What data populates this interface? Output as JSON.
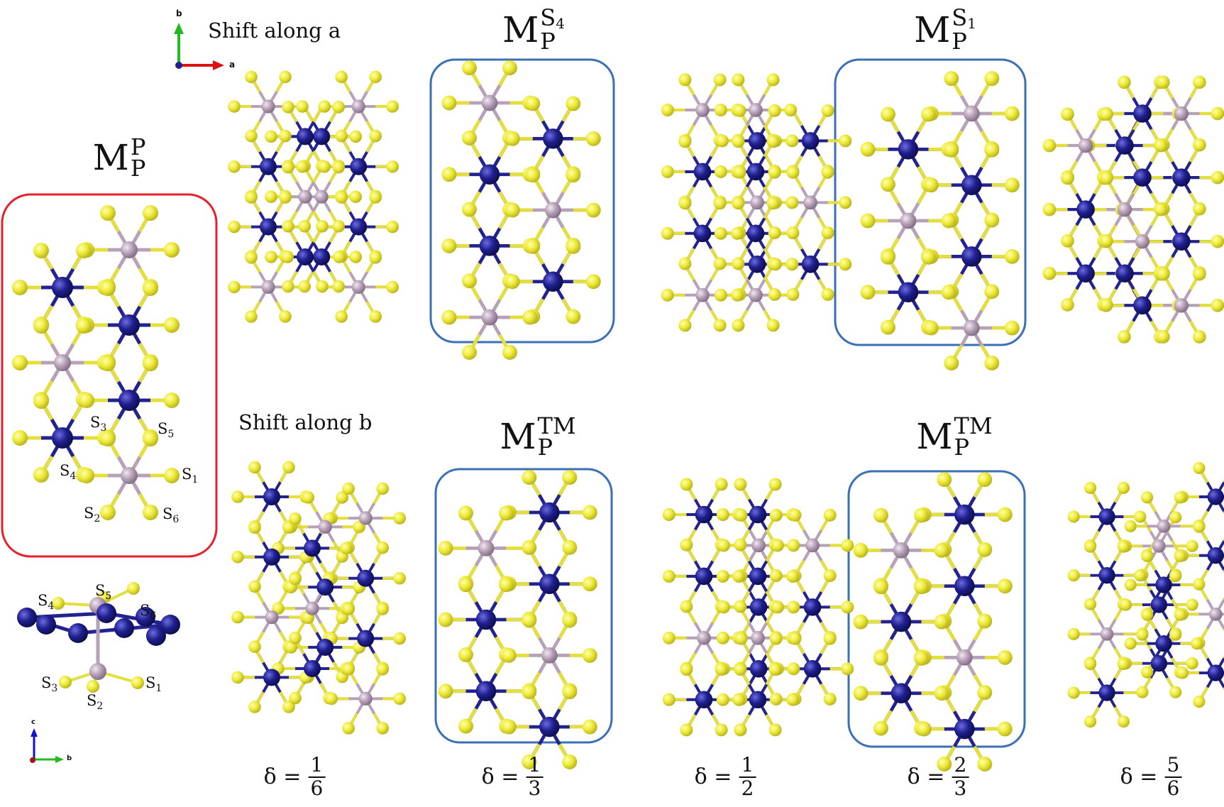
{
  "colors": {
    "sulfur": "#eeea3a",
    "molybdenum": "#b7a1b8",
    "transition_metal": "#1f1f8f",
    "highlight_box": "#e8202c",
    "candidate_box": "#3b6fb6"
  },
  "axes_top": {
    "up": "b",
    "right": "a"
  },
  "axes_bottom": {
    "up": "c",
    "right": "b"
  },
  "shift_a": "Shift along a",
  "shift_b": "Shift along b",
  "labels": {
    "mpp": {
      "base": "M",
      "sup": "P",
      "sup_sub": "",
      "sub": "P"
    },
    "ms4": {
      "base": "M",
      "sup": "S",
      "sup_sub": "4",
      "sub": "P"
    },
    "ms1": {
      "base": "M",
      "sup": "S",
      "sup_sub": "1",
      "sub": "P"
    },
    "mtm1": {
      "base": "M",
      "sup": "TM",
      "sup_sub": "",
      "sub": "P"
    },
    "mtm2": {
      "base": "M",
      "sup": "TM",
      "sup_sub": "",
      "sub": "P"
    }
  },
  "top_view_sites": [
    {
      "s": "S",
      "n": "3"
    },
    {
      "s": "S",
      "n": "5"
    },
    {
      "s": "S",
      "n": "4"
    },
    {
      "s": "S",
      "n": "1"
    },
    {
      "s": "S",
      "n": "2"
    },
    {
      "s": "S",
      "n": "6"
    }
  ],
  "side_view_sites": [
    {
      "s": "S",
      "n": "4"
    },
    {
      "s": "S",
      "n": "5"
    },
    {
      "s": "S",
      "n": "6"
    },
    {
      "s": "S",
      "n": "3"
    },
    {
      "s": "S",
      "n": "1"
    },
    {
      "s": "S",
      "n": "2"
    }
  ],
  "deltas": [
    {
      "symbol": "δ =",
      "num": "1",
      "den": "6"
    },
    {
      "symbol": "δ =",
      "num": "1",
      "den": "3"
    },
    {
      "symbol": "δ =",
      "num": "1",
      "den": "2"
    },
    {
      "symbol": "δ =",
      "num": "2",
      "den": "3"
    },
    {
      "symbol": "δ =",
      "num": "5",
      "den": "6"
    }
  ]
}
